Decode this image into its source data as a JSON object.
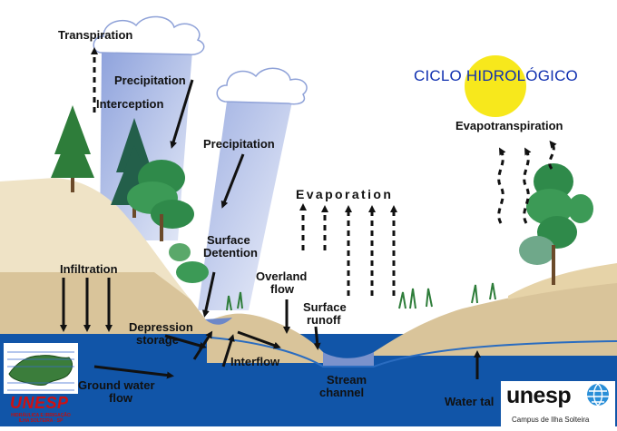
{
  "title": "CICLO HIDROLÓGICO",
  "labels": {
    "transpiration": "Transpiration",
    "precipitation_left": "Precipitation",
    "interception": "Interception",
    "precipitation_right": "Precipitation",
    "evaporation": "Evaporation",
    "evapotranspiration": "Evapotranspiration",
    "surface": "Surface",
    "detention": "Detention",
    "overland": "Overland",
    "flow": "flow",
    "surface_r": "Surface",
    "runoff": "runoff",
    "infiltration": "Infiltration",
    "depression": "Depression",
    "storage": "storage",
    "ground_water": "Ground water",
    "ground_flow": "flow",
    "interflow": "Interflow",
    "stream": "Stream",
    "channel": "channel",
    "water_table": "Water tal"
  },
  "logo_left": {
    "name": "UNESP",
    "line1": "HIDRÁULICA E IRRIGAÇÃO",
    "line2": "ILHA SOLTEIRA - SP"
  },
  "logo_right": {
    "name": "unesp",
    "campus": "Campus de Ilha Solteira"
  },
  "colors": {
    "sky": "#ffffff",
    "sun": "#f7e81c",
    "title": "#1030b0",
    "water": "#1155a8",
    "soil": "#d9c49a",
    "hill": "#efe3c6",
    "tree": "#2e7d3a",
    "logo_red": "#d01010"
  }
}
